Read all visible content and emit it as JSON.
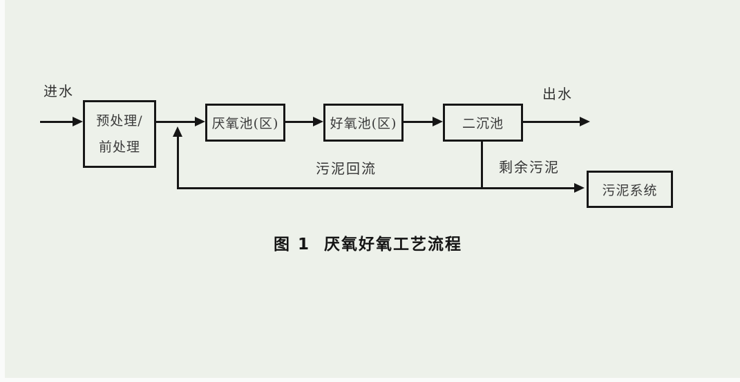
{
  "figure": {
    "caption": "图 1  厌氧好氧工艺流程",
    "nodes": {
      "pretreatment": {
        "line1": "预处理/",
        "line2": "前处理"
      },
      "anaerobic": "厌氧池(区)",
      "aerobic": "好氧池(区)",
      "secondary_clarifier": "二沉池",
      "sludge_system": "污泥系统"
    },
    "flow_labels": {
      "inlet": "进水",
      "outlet": "出水",
      "sludge_return": "污泥回流",
      "excess_sludge": "剩余污泥"
    },
    "colors": {
      "background": "#edf1ea",
      "line": "#161616",
      "text": "#333333"
    }
  }
}
